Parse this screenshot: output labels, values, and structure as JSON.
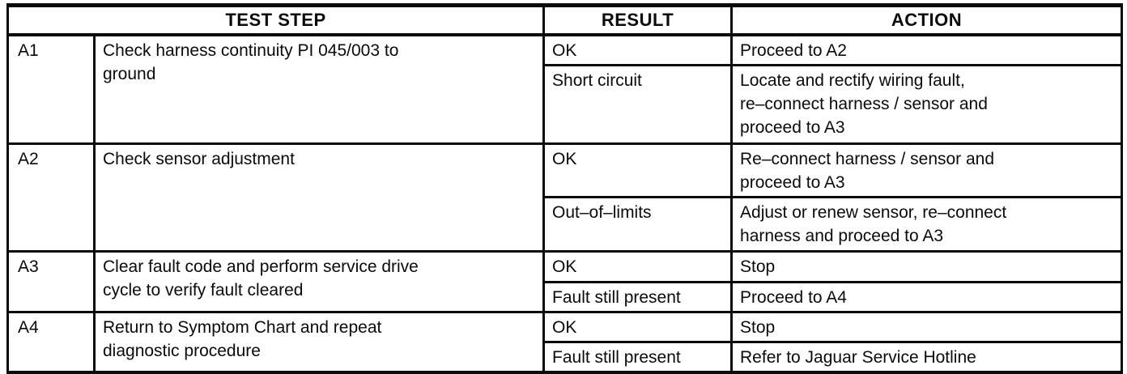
{
  "table": {
    "headers": {
      "test_step": "TEST STEP",
      "result": "RESULT",
      "action": "ACTION"
    },
    "steps": [
      {
        "id": "A1",
        "description": "Check harness continuity PI 045/003 to\nground",
        "outcomes": [
          {
            "result": "OK",
            "action": "Proceed to A2"
          },
          {
            "result": "Short circuit",
            "action": "Locate and rectify wiring fault,\nre–connect harness / sensor and\nproceed to A3"
          }
        ]
      },
      {
        "id": "A2",
        "description": "Check sensor adjustment",
        "outcomes": [
          {
            "result": "OK",
            "action": "Re–connect harness / sensor and\nproceed to A3"
          },
          {
            "result": "Out–of–limits",
            "action": "Adjust or renew sensor, re–connect\nharness and proceed to A3"
          }
        ]
      },
      {
        "id": "A3",
        "description": "Clear fault code and perform service drive\ncycle to verify fault cleared",
        "outcomes": [
          {
            "result": "OK",
            "action": "Stop"
          },
          {
            "result": "Fault still present",
            "action": "Proceed to A4"
          }
        ]
      },
      {
        "id": "A4",
        "description": "Return to Symptom Chart and repeat\ndiagnostic procedure",
        "outcomes": [
          {
            "result": "OK",
            "action": "Stop"
          },
          {
            "result": "Fault still present",
            "action": "Refer to Jaguar Service Hotline"
          }
        ]
      }
    ]
  },
  "colors": {
    "border": "#0b0b0b",
    "text": "#0b0b0b",
    "background": "#fefefe"
  }
}
